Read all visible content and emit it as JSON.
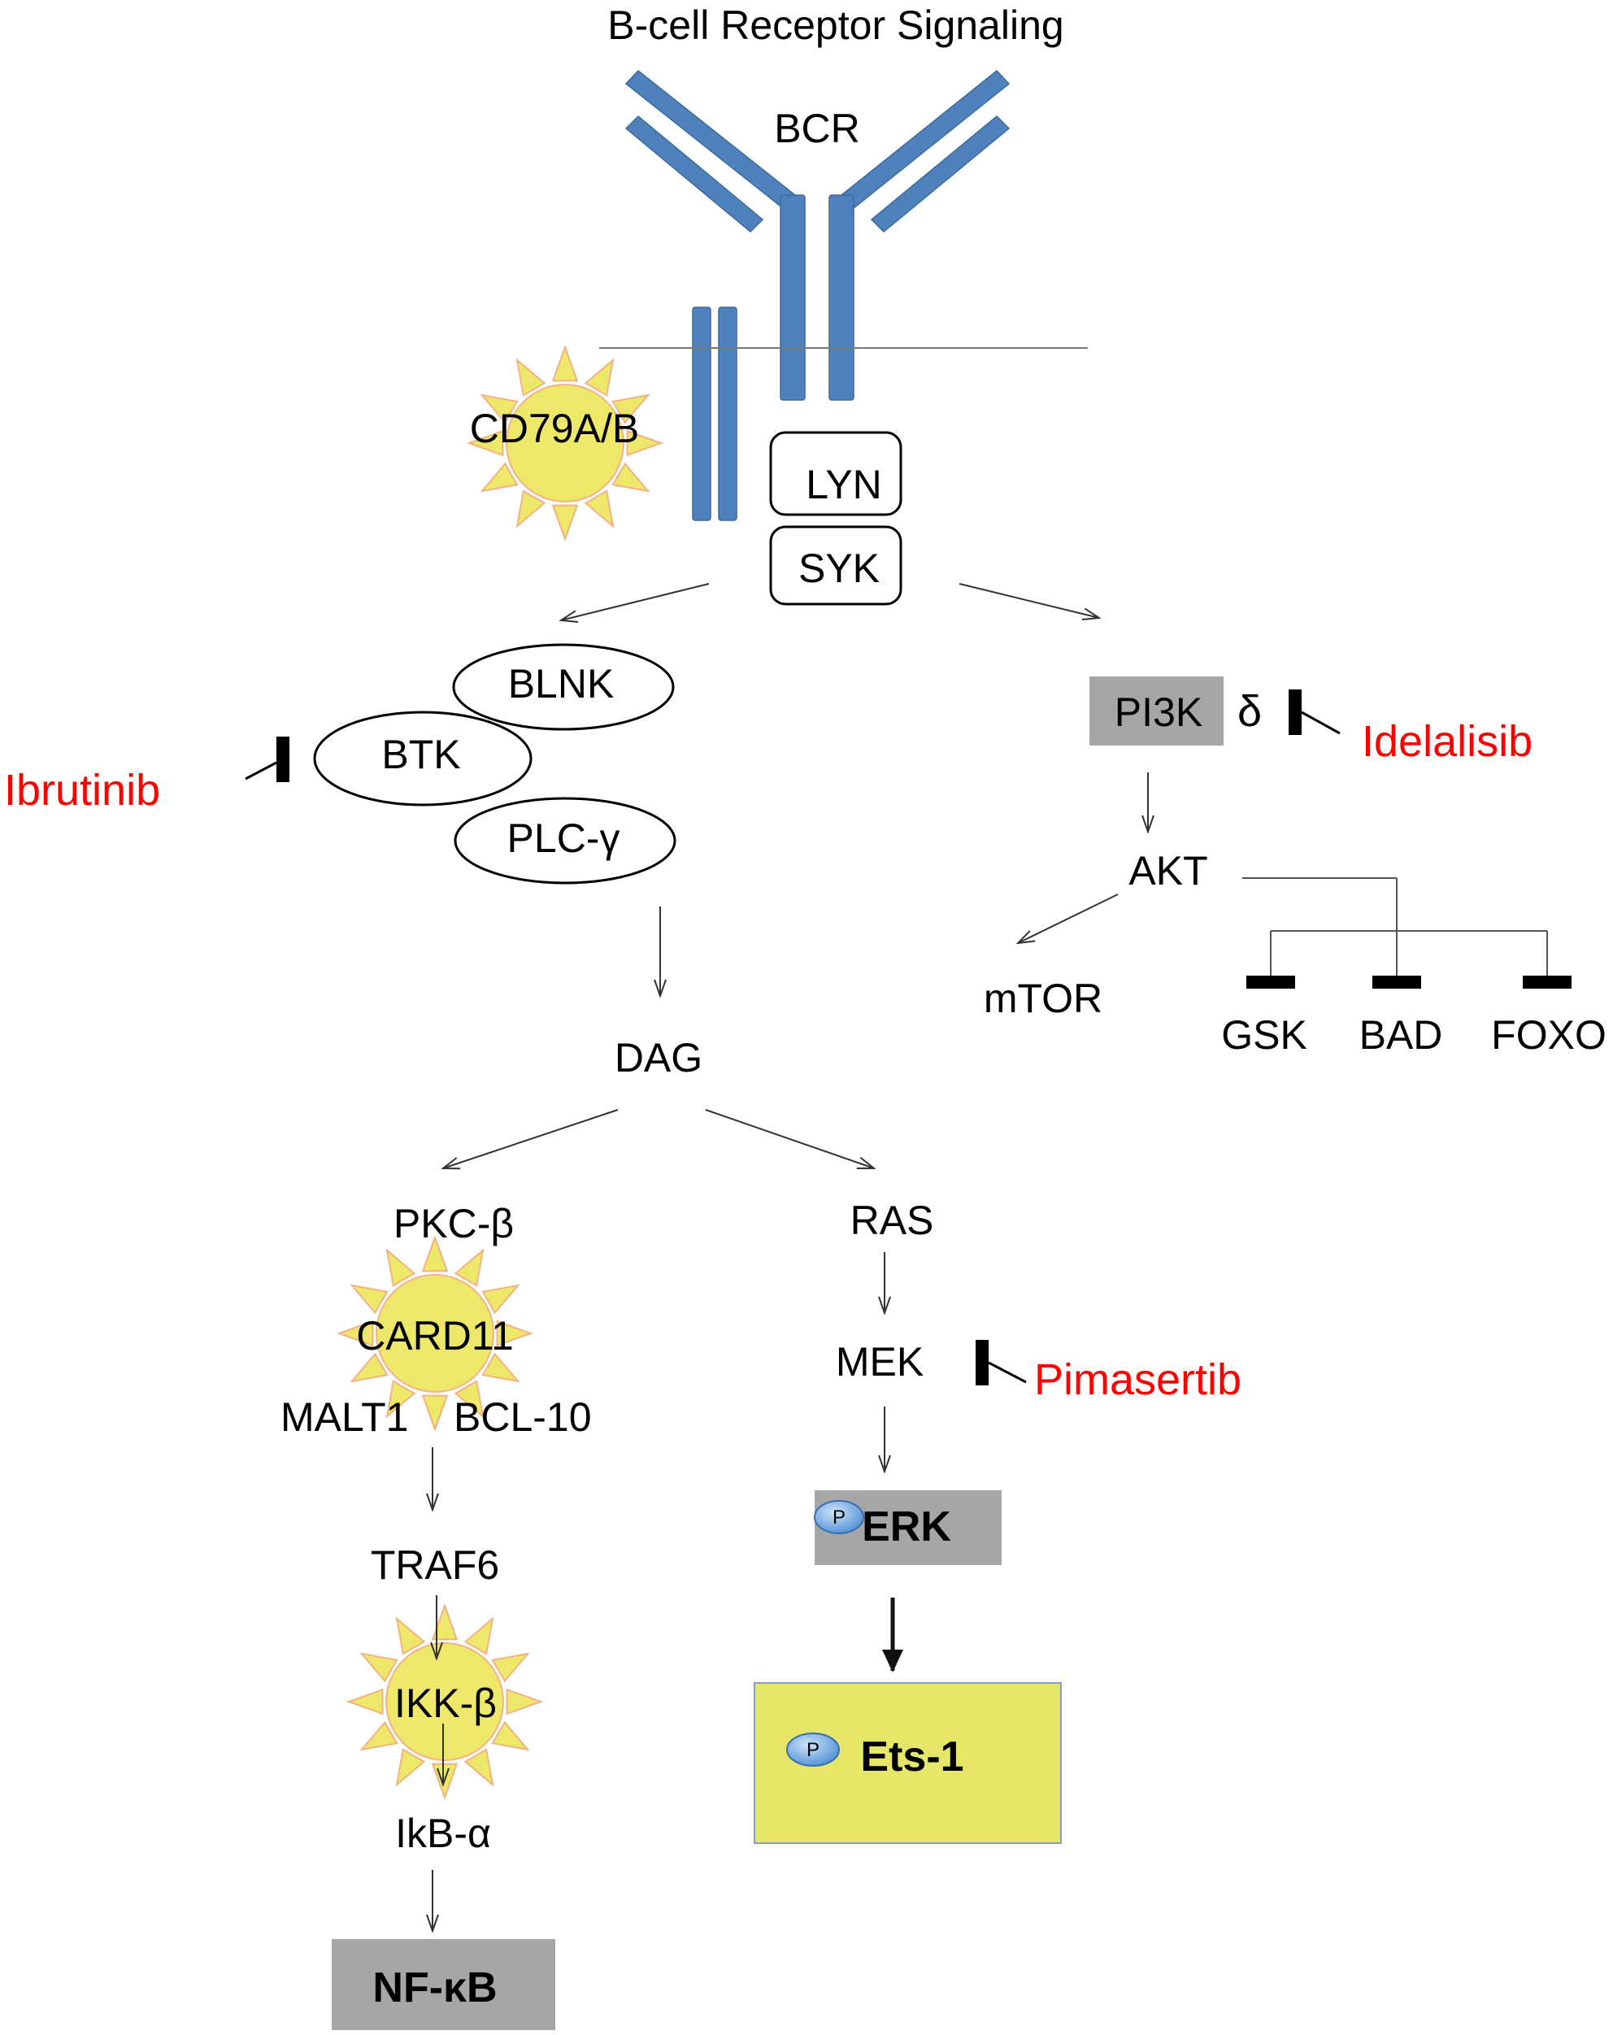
{
  "title": "B-cell Receptor Signaling",
  "colors": {
    "receptor": "#4f81bd",
    "receptor_stroke": "#3a6a9f",
    "drug": "#ff0000",
    "gray_box": "#a6a6a6",
    "yellow_box": "#e6e669",
    "yellow_box_border": "#7f9fbf",
    "sun_fill": "#eee86a",
    "sun_stroke": "#f4b183",
    "phospho": "#7aaee0"
  },
  "receptor": {
    "bcr": "BCR",
    "cd79": "CD79A/B",
    "lyn": "LYN",
    "syk": "SYK"
  },
  "left_branch": {
    "blnk": "BLNK",
    "btk": "BTK",
    "plc": "PLC-γ",
    "dag": "DAG",
    "pkc": "PKC-β",
    "card11": "CARD11",
    "malt1": "MALT1",
    "bcl10": "BCL-10",
    "traf6": "TRAF6",
    "ikk": "IKK-β",
    "ikb": "IkB-α",
    "nfkb": "NF-κB",
    "ras": "RAS",
    "mek": "MEK",
    "erk": "ERK",
    "ets1": "Ets-1",
    "p_label": "P"
  },
  "right_branch": {
    "pi3k": "PI3K",
    "delta": "δ",
    "akt": "AKT",
    "mtor": "mTOR",
    "gsk": "GSK",
    "bad": "BAD",
    "foxo": "FOXO"
  },
  "drugs": {
    "ibrutinib": "Ibrutinib",
    "idelalisib": "Idelalisib",
    "pimasertib": "Pimasertib"
  }
}
